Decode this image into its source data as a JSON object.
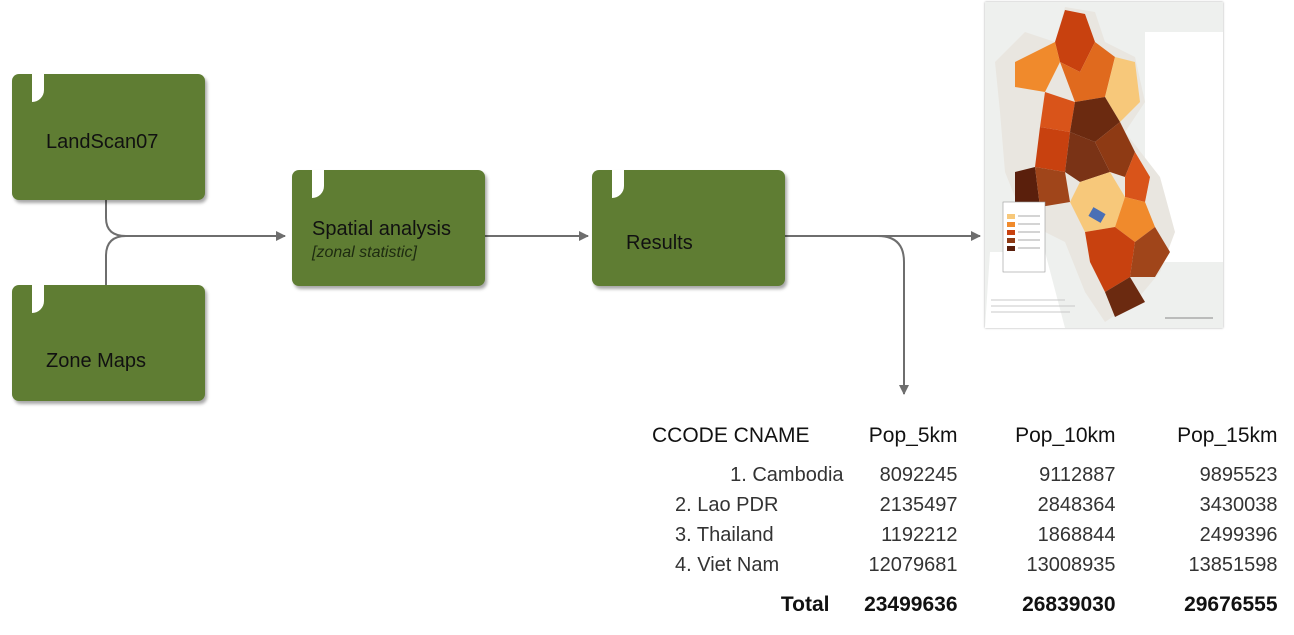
{
  "nodes": {
    "landscan": "LandScan07",
    "zone_maps": "Zone Maps",
    "spatial_title": "Spatial analysis",
    "spatial_sub": "[zonal statistic]",
    "results": "Results"
  },
  "table": {
    "headers": [
      "CCODE CNAME",
      "Pop_5km",
      "Pop_10km",
      "Pop_15km"
    ],
    "rows": [
      {
        "name": "1. Cambodia",
        "pop5": "8092245",
        "pop10": "9112887",
        "pop15": "9895523"
      },
      {
        "name": "2. Lao PDR",
        "pop5": "2135497",
        "pop10": "2848364",
        "pop15": "3430038"
      },
      {
        "name": "3. Thailand",
        "pop5": "1192212",
        "pop10": "1868844",
        "pop15": "2499396"
      },
      {
        "name": "4. Viet Nam",
        "pop5": "12079681",
        "pop10": "13008935",
        "pop15": "13851598"
      }
    ],
    "total": {
      "label": "Total",
      "pop5": "23499636",
      "pop10": "26839030",
      "pop15": "29676555"
    }
  },
  "colors": {
    "node_fill": "#5f7d33",
    "connector": "#6e6e6e",
    "map_dark": "#6b2a10",
    "map_mid": "#c8410f",
    "map_light": "#f08a2c",
    "map_pale": "#f7c87a"
  }
}
